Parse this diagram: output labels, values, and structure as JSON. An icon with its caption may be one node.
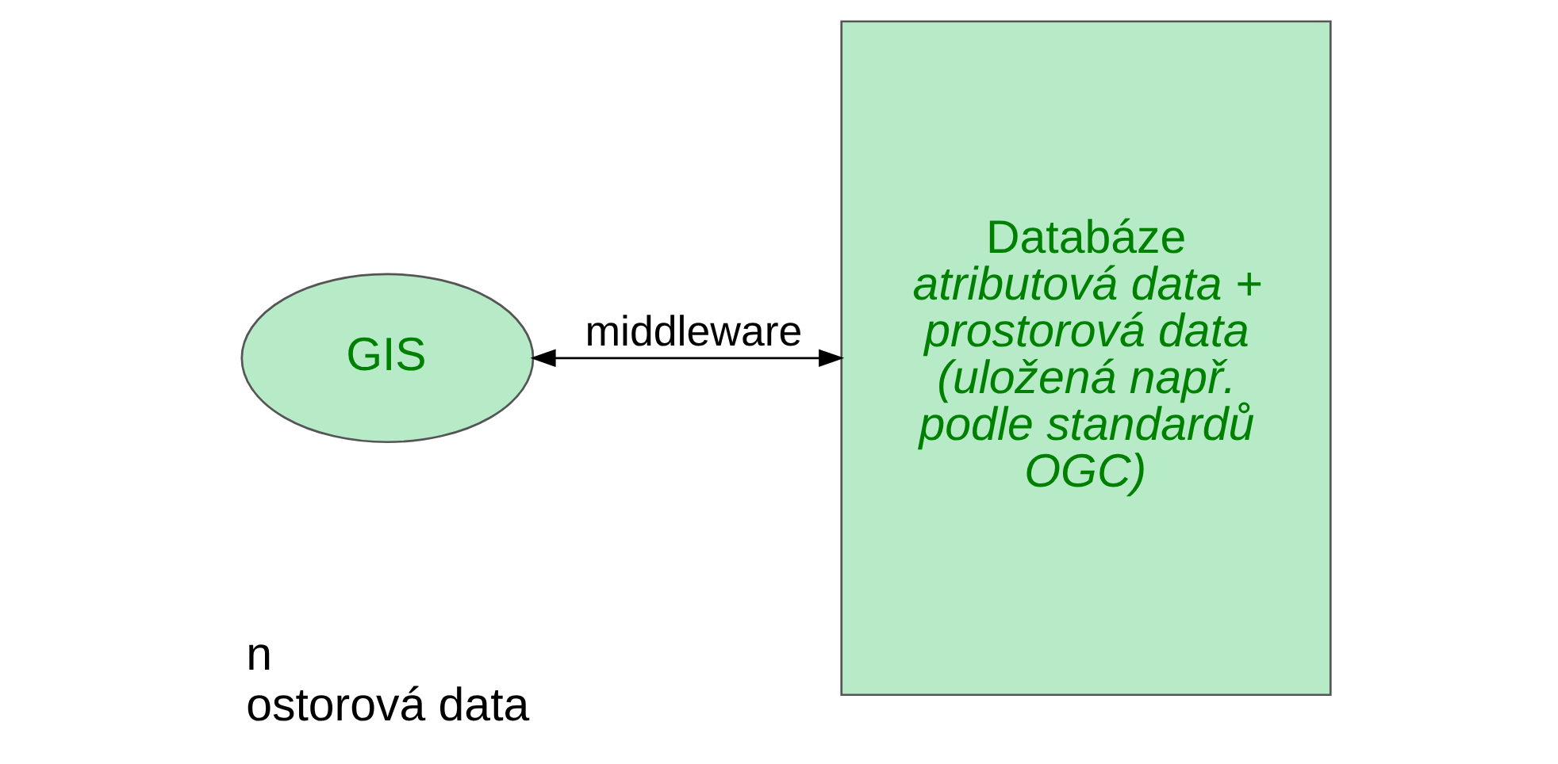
{
  "diagram": {
    "nodes": [
      {
        "text": [
          "GIS"
        ]
      },
      {
        "text": [
          "Databáze",
          "atributová data + prostorová data (uložená např. podle standardů OGC)"
        ]
      }
    ],
    "edges": [
      {
        "from": 0,
        "to": 1,
        "arrow": "both",
        "label": "middleware"
      }
    ],
    "labels": [
      "n",
      "ostorová data"
    ]
  }
}
